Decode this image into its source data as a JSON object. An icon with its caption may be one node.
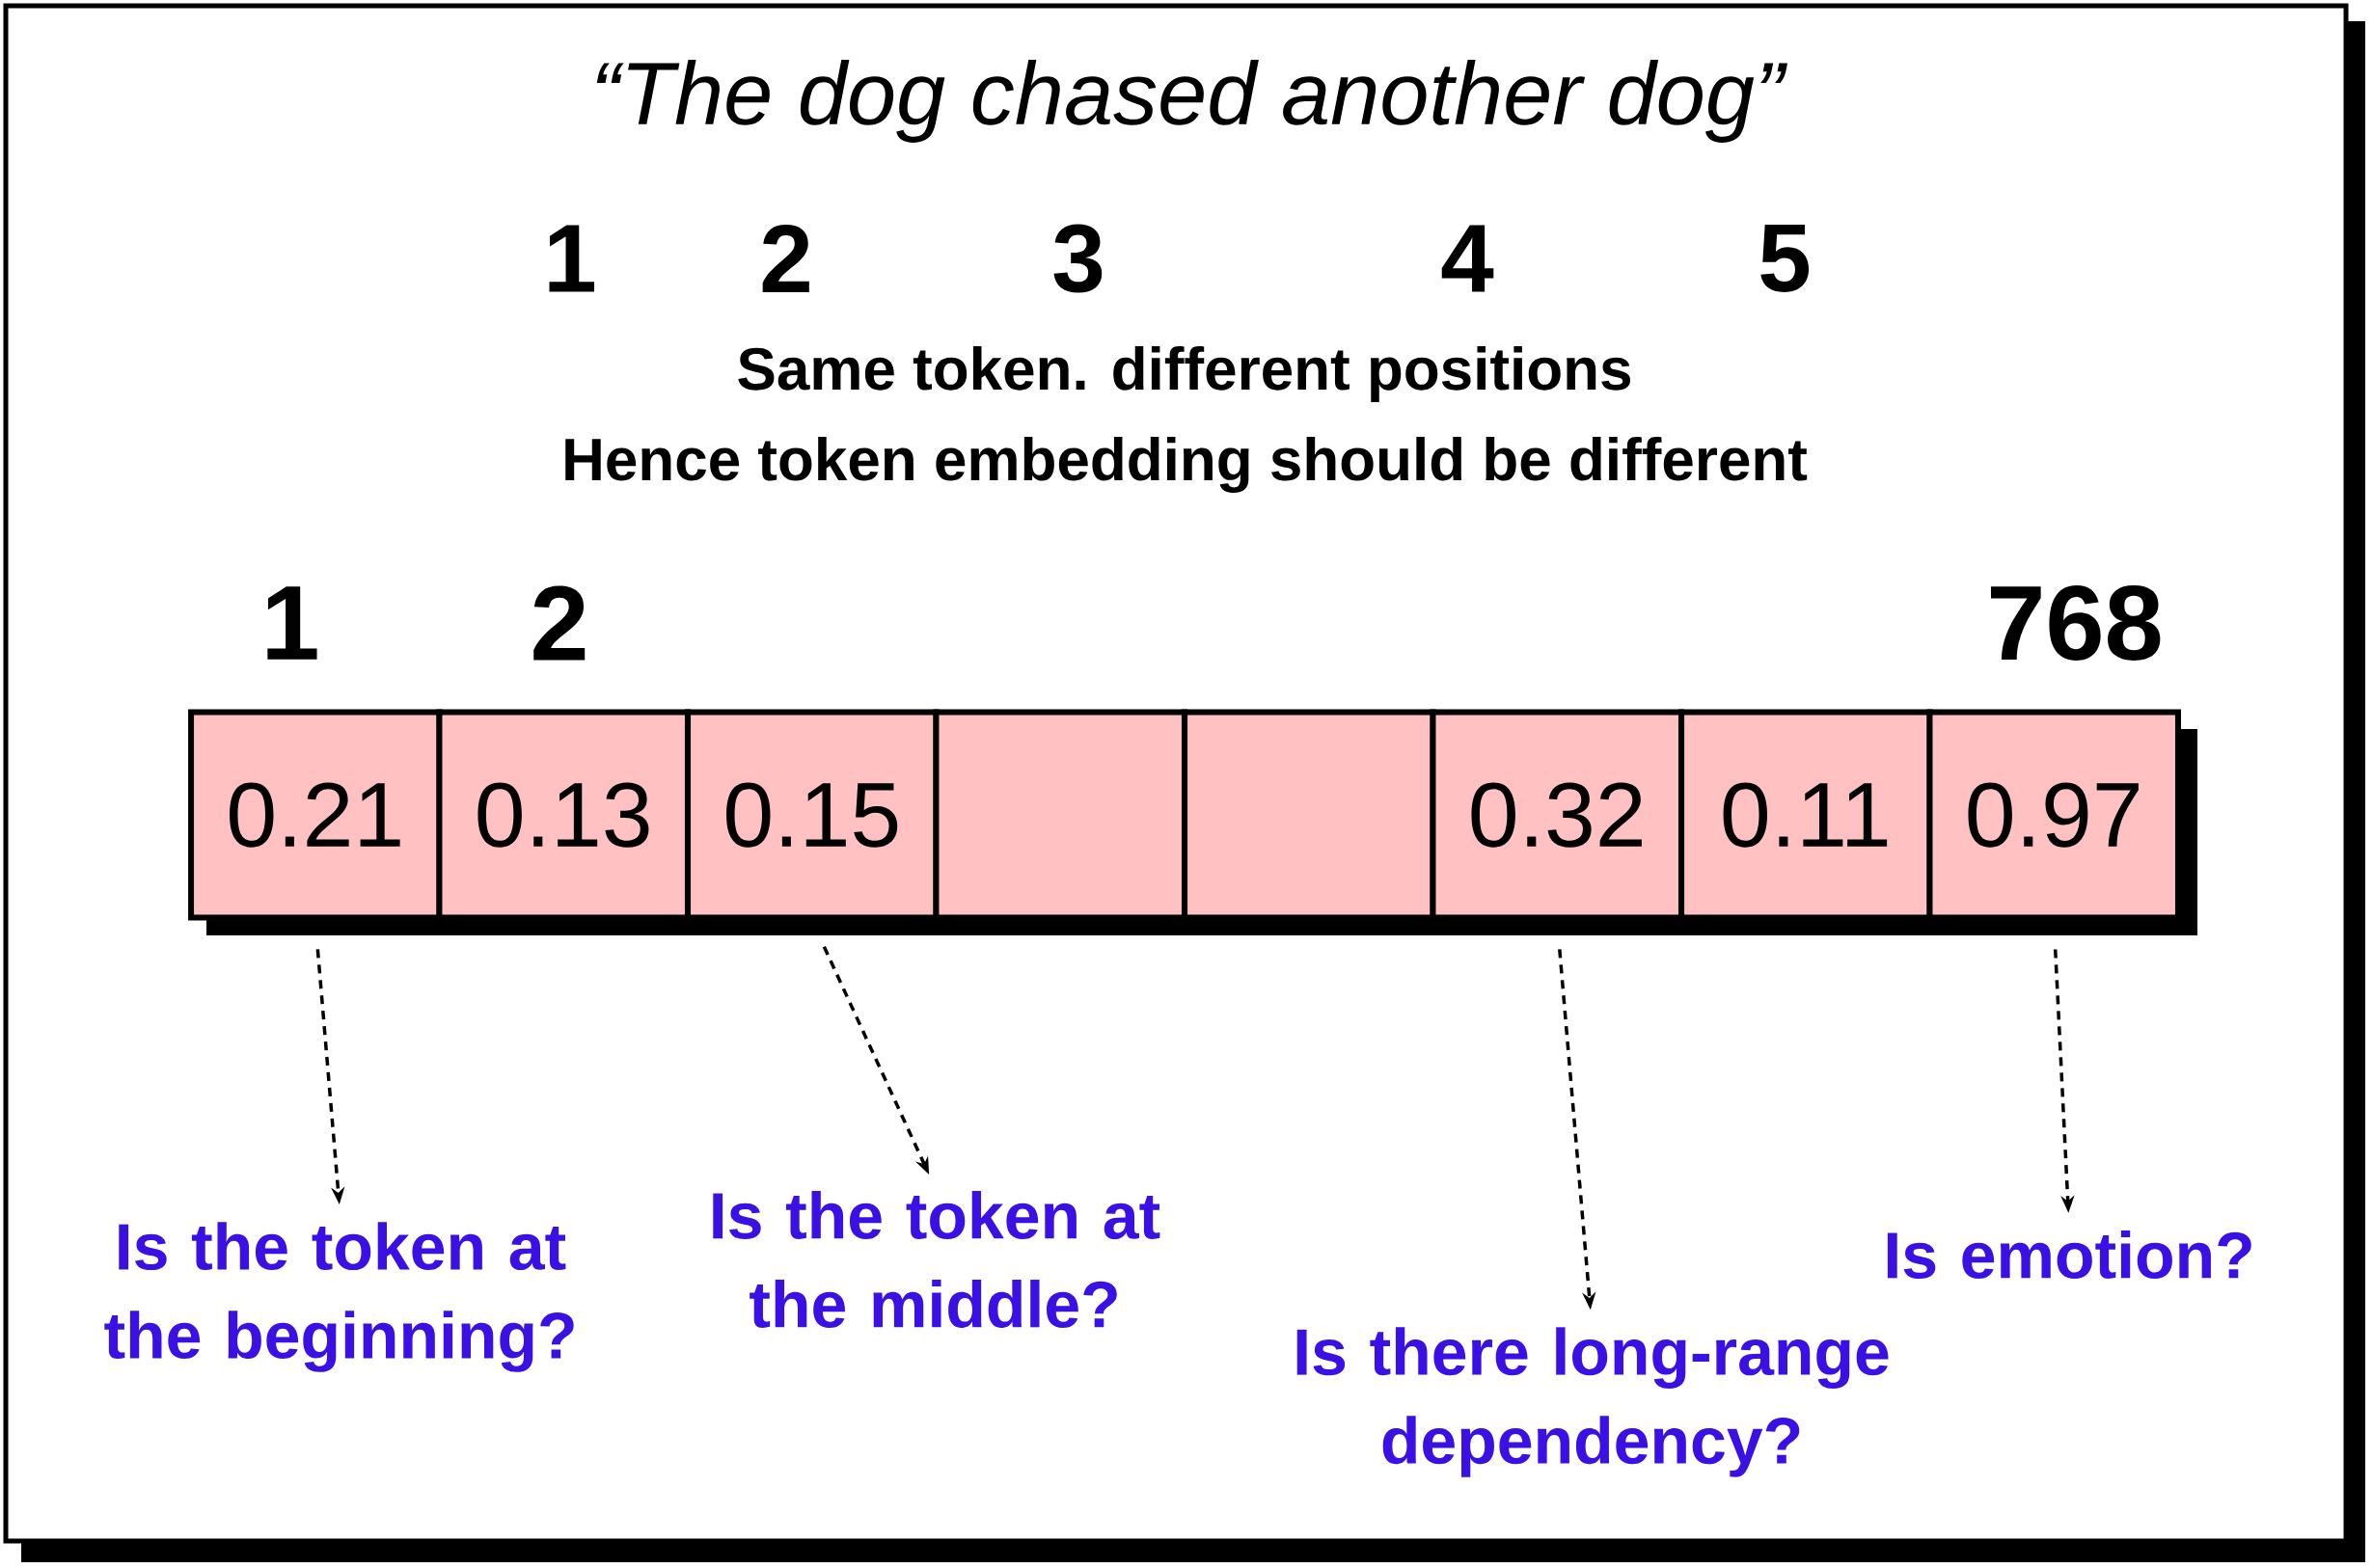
{
  "diagram": {
    "title": "“The dog chased another dog”",
    "nodes": [
      {
        "text": [
          "0.21"
        ]
      },
      {
        "text": [
          "0.13"
        ]
      },
      {
        "text": [
          "0.15"
        ]
      },
      {
        "text": [],
        "shape": "box"
      },
      {
        "text": [],
        "shape": "box"
      },
      {
        "text": [
          "0.32"
        ]
      },
      {
        "text": [
          "0.11"
        ]
      },
      {
        "text": [
          "0.97"
        ]
      },
      {
        "text": [
          "Is the token at the beginning?"
        ]
      },
      {
        "text": [
          "Is the token at the middle?"
        ]
      },
      {
        "text": [
          "Is there long-range dependency?"
        ]
      },
      {
        "text": [
          "Is emotion?"
        ]
      }
    ],
    "edges": [
      {
        "from": 0,
        "to": 8,
        "arrow": "to",
        "style": "dashed"
      },
      {
        "from": 2,
        "to": 9,
        "arrow": "to",
        "style": "dashed"
      },
      {
        "from": 5,
        "to": 10,
        "arrow": "to",
        "style": "dashed"
      },
      {
        "from": 7,
        "to": 11,
        "arrow": "to",
        "style": "dashed"
      }
    ],
    "labels": [
      "1",
      "2",
      "3",
      "4",
      "5",
      "Same token. different positions",
      "Hence token embedding should be different",
      "1",
      "2",
      "768"
    ]
  }
}
